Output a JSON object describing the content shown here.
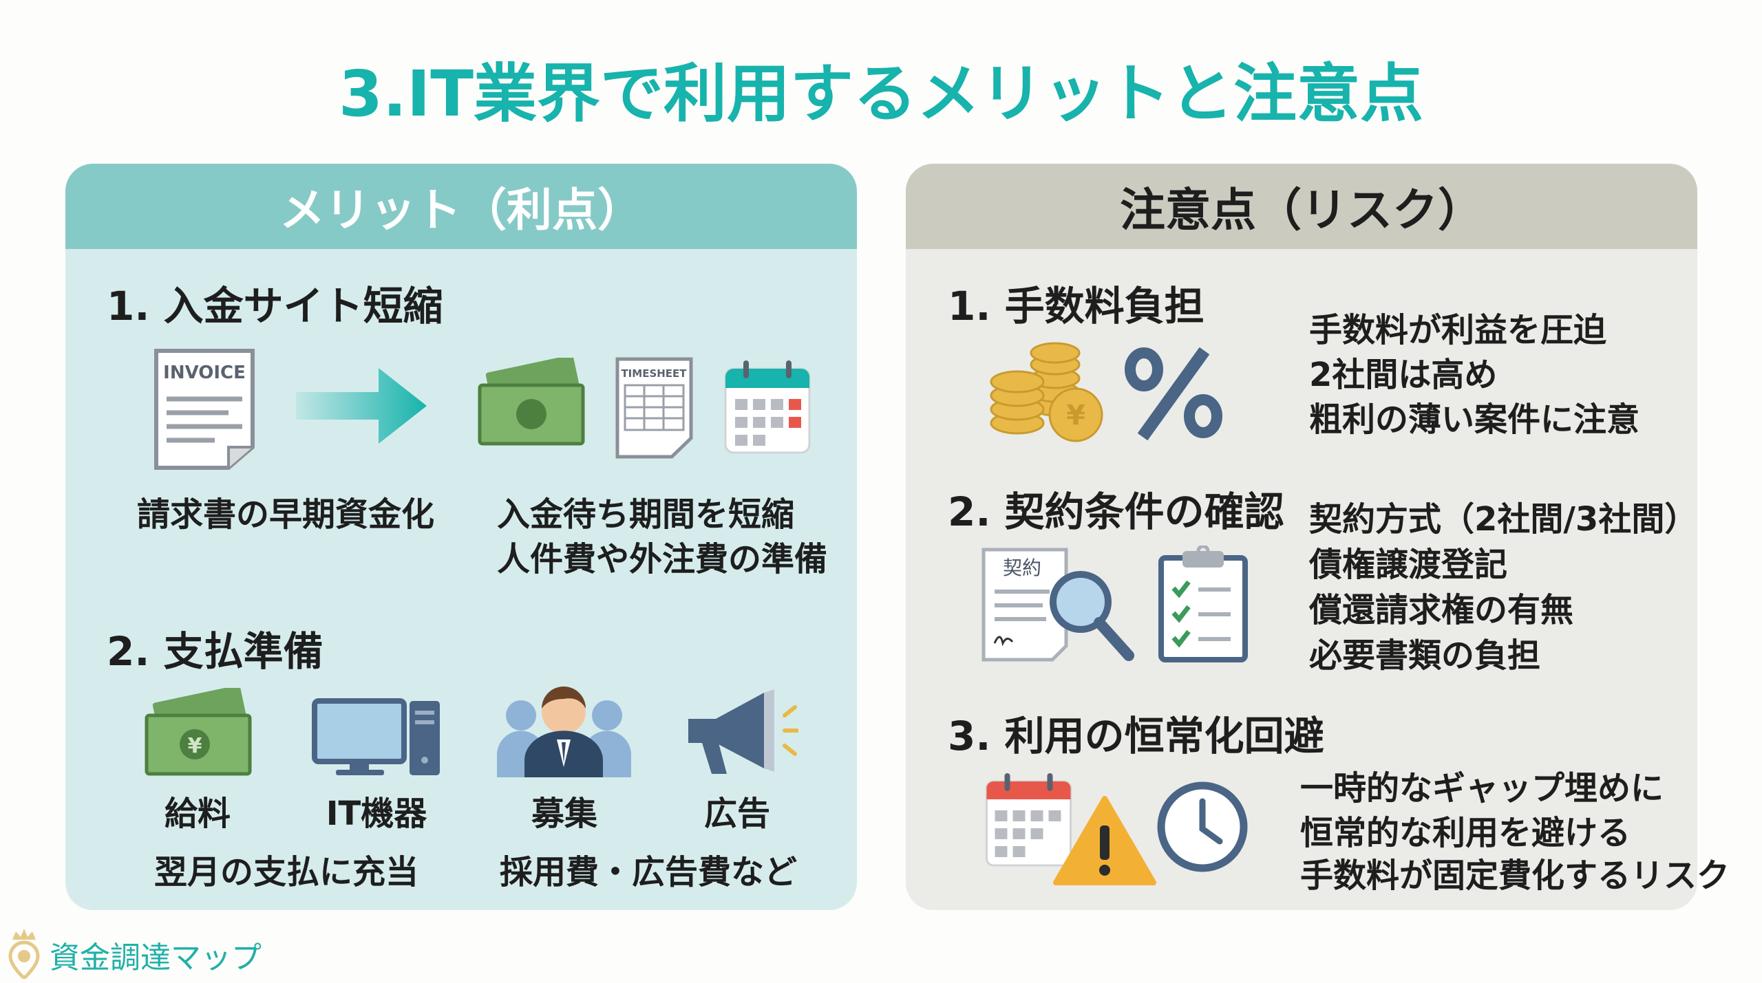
{
  "title": "3.IT業界で利用するメリットと注意点",
  "merits": {
    "header": "メリット（利点）",
    "sections": [
      {
        "heading": "1. 入金サイト短縮",
        "icons": [
          "invoice-icon",
          "arrow-right-icon",
          "cash-icon",
          "timesheet-icon",
          "calendar-icon"
        ],
        "invoice_label": "INVOICE",
        "timesheet_label": "TIMESHEET",
        "captions": [
          "請求書の早期資金化",
          "入金待ち期間を短縮",
          "人件費や外注費の準備"
        ]
      },
      {
        "heading": "2. 支払準備",
        "items": [
          {
            "label": "給料",
            "icon": "yen-cash-icon"
          },
          {
            "label": "IT機器",
            "icon": "computer-icon"
          },
          {
            "label": "募集",
            "icon": "recruit-people-icon"
          },
          {
            "label": "広告",
            "icon": "megaphone-icon"
          }
        ],
        "captions": [
          "翌月の支払に充当",
          "採用費・広告費など"
        ]
      }
    ]
  },
  "risks": {
    "header": "注意点（リスク）",
    "sections": [
      {
        "heading": "1. 手数料負担",
        "icons": [
          "yen-coins-icon",
          "percent-icon"
        ],
        "lines": [
          "手数料が利益を圧迫",
          "2社間は高め",
          "粗利の薄い案件に注意"
        ]
      },
      {
        "heading": "2. 契約条件の確認",
        "icons": [
          "contract-magnifier-icon",
          "checklist-icon"
        ],
        "contract_label": "契約",
        "lines": [
          "契約方式（2社間/3社間）",
          "債権譲渡登記",
          "償還請求権の有無",
          "必要書類の負担"
        ]
      },
      {
        "heading": "3. 利用の恒常化回避",
        "icons": [
          "calendar-icon",
          "warning-icon",
          "clock-icon"
        ],
        "lines": [
          "一時的なギャップ埋めに",
          "恒常的な利用を避ける",
          "手数料が固定費化するリスク"
        ]
      }
    ]
  },
  "footer": {
    "logo_text": "資金調達マップ"
  },
  "colors": {
    "accent": "#17b3ac",
    "merit_header": "#86cac7",
    "merit_bg": "#d6ecec",
    "risk_header": "#cbcbc0",
    "risk_bg": "#ebebe8",
    "coin": "#e9b948",
    "icon_navy": "#4a6585"
  }
}
